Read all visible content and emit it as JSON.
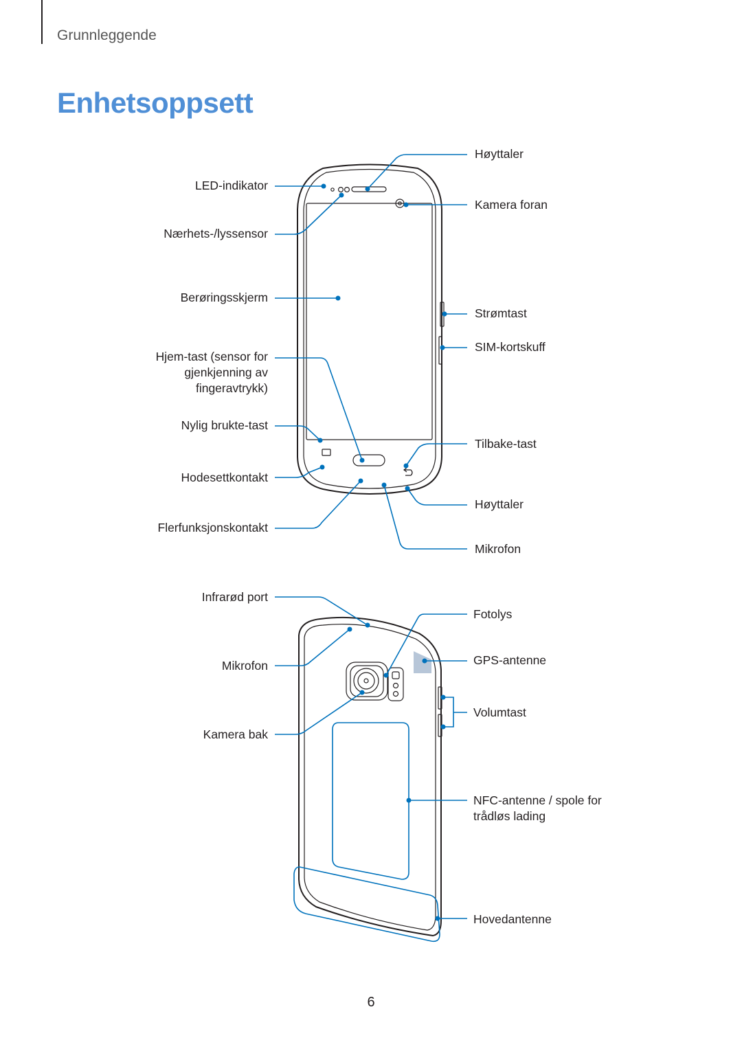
{
  "header": {
    "section": "Grunnleggende"
  },
  "page": {
    "title": "Enhetsoppsett",
    "number": "6"
  },
  "front_labels": {
    "left": {
      "led": "LED-indikator",
      "proximity": "Nærhets-/lyssensor",
      "touchscreen": "Berøringsskjerm",
      "home_line1": "Hjem-tast (sensor for",
      "home_line2": "gjenkjenning av",
      "home_line3": "fingeravtrykk)",
      "recent": "Nylig brukte-tast",
      "headset": "Hodesettkontakt",
      "multipurpose": "Flerfunksjonskontakt"
    },
    "right": {
      "earpiece": "Høyttaler",
      "front_camera": "Kamera foran",
      "power": "Strømtast",
      "sim_tray": "SIM-kortskuff",
      "back_key": "Tilbake-tast",
      "speaker": "Høyttaler",
      "microphone": "Mikrofon"
    }
  },
  "back_labels": {
    "left": {
      "infrared": "Infrarød port",
      "microphone": "Mikrofon",
      "rear_camera": "Kamera bak"
    },
    "right": {
      "flash": "Fotolys",
      "gps": "GPS-antenne",
      "volume": "Volumtast",
      "nfc_line1": "NFC-antenne / spole for",
      "nfc_line2": "trådløs lading",
      "main_antenna": "Hovedantenne"
    }
  },
  "colors": {
    "title": "#4f8fd6",
    "callout": "#0072bc",
    "device_outline": "#231f20"
  }
}
